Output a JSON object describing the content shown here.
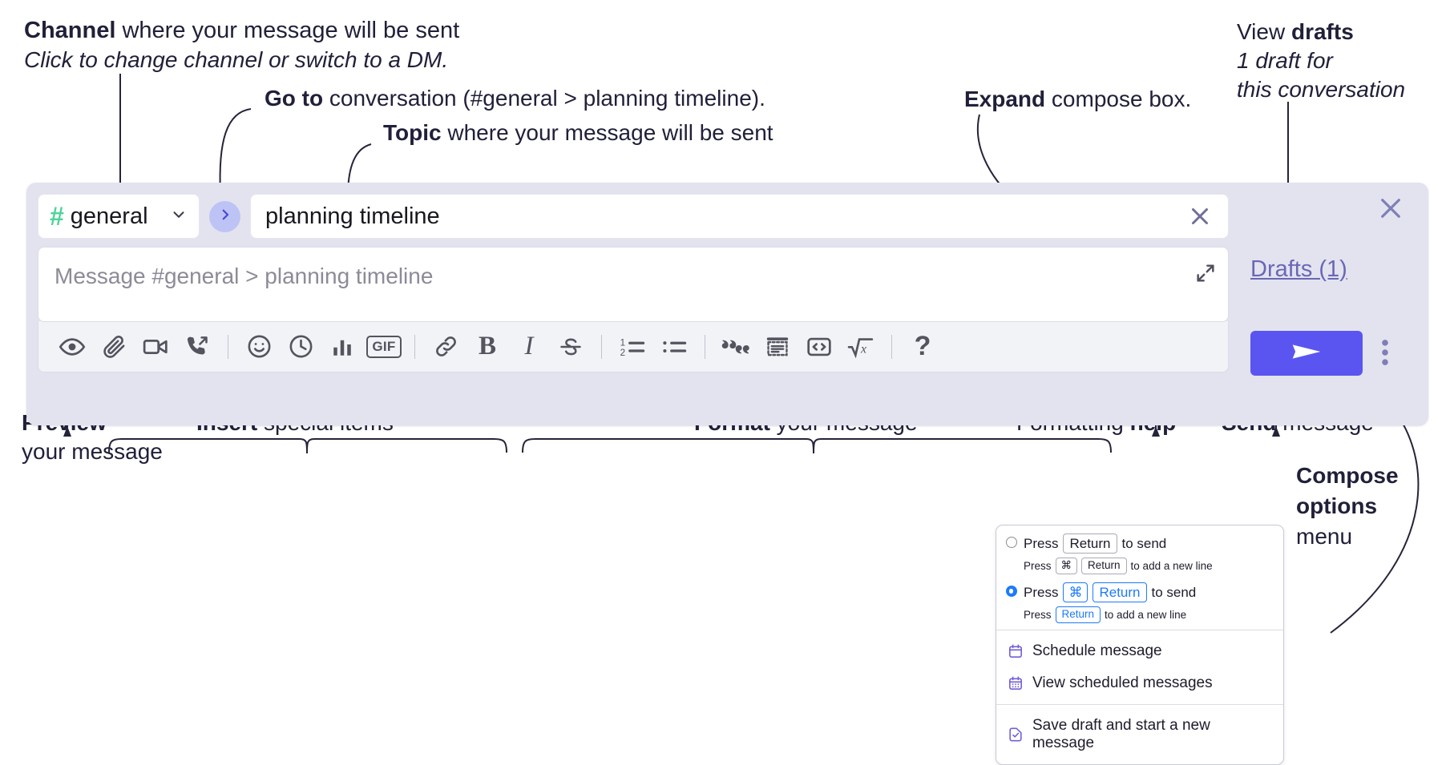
{
  "annotations": {
    "channel": {
      "bold": "Channel",
      "rest": " where your message will be sent",
      "line2": "Click to change channel or switch to a DM."
    },
    "goto": {
      "bold": "Go to",
      "rest": " conversation (#general > planning timeline)."
    },
    "topic": {
      "bold": "Topic",
      "rest": " where your message will be sent"
    },
    "expand": {
      "bold": "Expand",
      "rest": " compose box."
    },
    "drafts": {
      "line1a": "View ",
      "line1b": "drafts",
      "line2": "1 draft for",
      "line3": "this conversation"
    },
    "preview": {
      "bold": "Preview",
      "line2": "your message"
    },
    "insert": {
      "bold": "Insert",
      "rest": " special items"
    },
    "format": {
      "bold": "Format",
      "rest": " your message"
    },
    "formatting_help": {
      "rest": "Formatting ",
      "bold": "help"
    },
    "send": {
      "bold": "Send",
      "rest": " message"
    },
    "compose_options": {
      "l1": "Compose",
      "l2": "options",
      "l3": "menu"
    }
  },
  "compose": {
    "channel": {
      "hash": "#",
      "name": "general",
      "chevron_icon": "chevron-down-icon"
    },
    "goto_button": {
      "icon": "chevron-right-icon"
    },
    "topic": {
      "value": "planning timeline",
      "clear_icon": "close-icon"
    },
    "message": {
      "placeholder": "Message #general > planning timeline",
      "value": "",
      "expand_icon": "expand-icon"
    },
    "close_icon": "close-icon",
    "drafts_link": "Drafts (1)",
    "send_button": {
      "icon": "send-icon",
      "color": "#5a55f0"
    },
    "kebab": "overflow-menu-icon",
    "toolbar": [
      {
        "name": "preview-icon",
        "label": "Preview"
      },
      {
        "name": "attachment-icon",
        "label": "Attach file"
      },
      {
        "name": "video-icon",
        "label": "Record video clip"
      },
      {
        "name": "call-forward-icon",
        "label": "Audio clip"
      },
      {
        "name": "separator",
        "label": ""
      },
      {
        "name": "emoji-icon",
        "label": "Emoji"
      },
      {
        "name": "clock-icon",
        "label": "Reminder"
      },
      {
        "name": "poll-icon",
        "label": "Poll"
      },
      {
        "name": "gif-icon",
        "label": "GIF"
      },
      {
        "name": "separator",
        "label": ""
      },
      {
        "name": "link-icon",
        "label": "Link"
      },
      {
        "name": "bold-icon",
        "label": "B"
      },
      {
        "name": "italic-icon",
        "label": "I"
      },
      {
        "name": "strikethrough-icon",
        "label": "Strikethrough"
      },
      {
        "name": "separator",
        "label": ""
      },
      {
        "name": "ordered-list-icon",
        "label": "Ordered list"
      },
      {
        "name": "bulleted-list-icon",
        "label": "Bulleted list"
      },
      {
        "name": "separator",
        "label": ""
      },
      {
        "name": "blockquote-icon",
        "label": "Blockquote"
      },
      {
        "name": "code-block-icon",
        "label": "Code block"
      },
      {
        "name": "code-icon",
        "label": "Code"
      },
      {
        "name": "math-icon",
        "label": "Math"
      },
      {
        "name": "separator",
        "label": ""
      },
      {
        "name": "help-icon",
        "label": "?"
      }
    ],
    "colors": {
      "panel": "#e2e3ef",
      "hash": "#4fd39a",
      "accent": "#5a55f0",
      "drafts": "#6a67b6"
    }
  },
  "menu": {
    "options": [
      {
        "selected": false,
        "main_prefix": "Press",
        "main_key": "Return",
        "main_suffix": "to send",
        "sub_prefix": "Press",
        "sub_key1": "⌘",
        "sub_key2": "Return",
        "sub_suffix": "to add a new line"
      },
      {
        "selected": true,
        "main_prefix": "Press",
        "main_key1": "⌘",
        "main_key2": "Return",
        "main_suffix": "to send",
        "sub_prefix": "Press",
        "sub_key": "Return",
        "sub_suffix": "to add a new line"
      }
    ],
    "items": [
      {
        "icon": "calendar-icon",
        "label": "Schedule message"
      },
      {
        "icon": "calendar-grid-icon",
        "label": "View scheduled messages"
      },
      {
        "icon": "save-draft-icon",
        "label": "Save draft and start a new message"
      }
    ]
  }
}
